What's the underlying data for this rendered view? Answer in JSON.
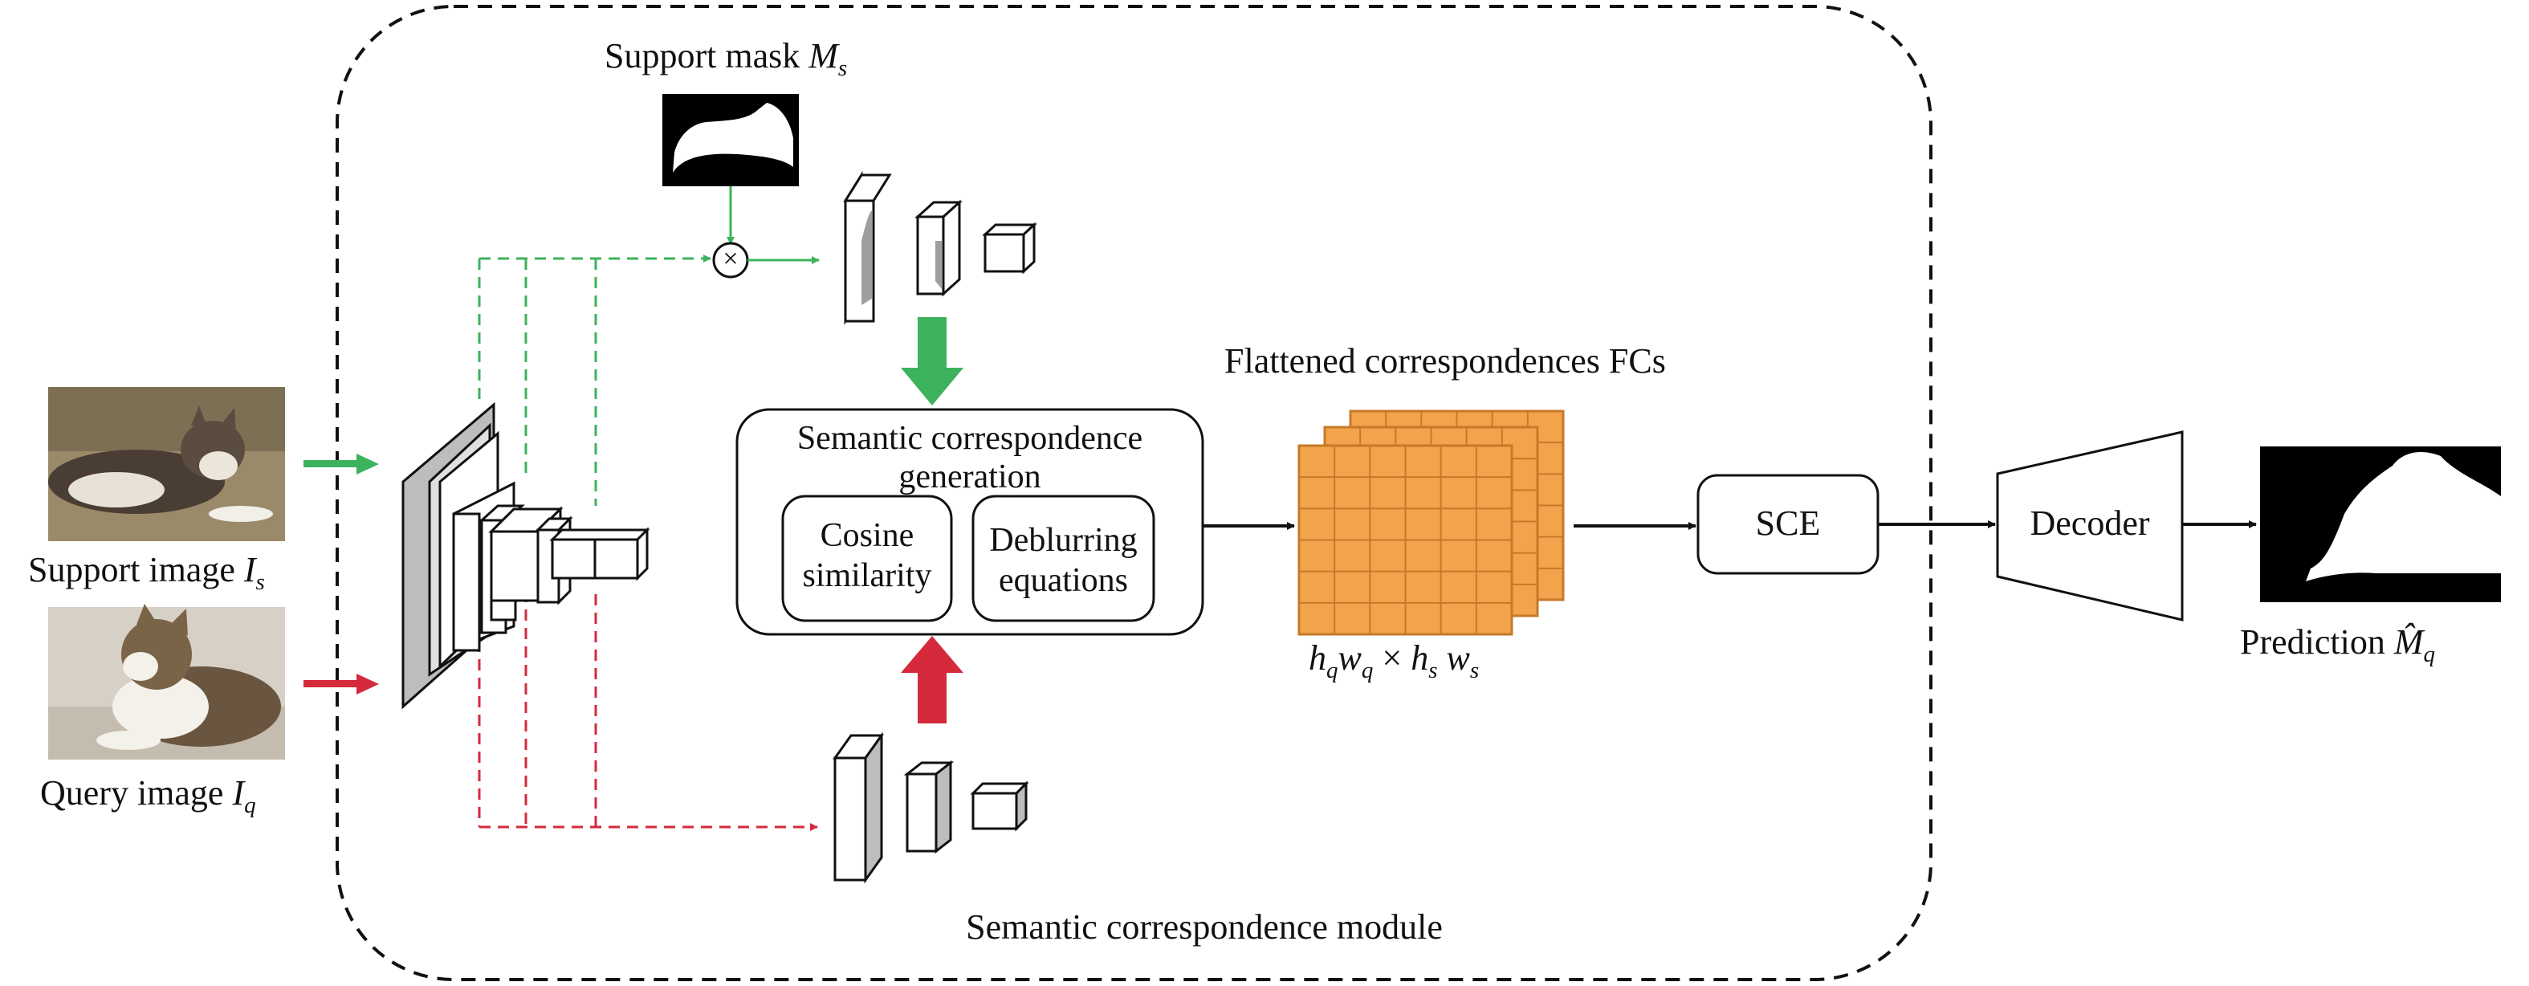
{
  "diagram": {
    "support_mask_label": "Support mask",
    "support_mask_symbol": "M",
    "support_mask_sub": "s",
    "support_image_label": "Support image",
    "support_image_symbol": "I",
    "support_image_sub": "s",
    "query_image_label": "Query image",
    "query_image_symbol": "I",
    "query_image_sub": "q",
    "generation_title_line1": "Semantic correspondence",
    "generation_title_line2": "generation",
    "cosine_line1": "Cosine",
    "cosine_line2": "similarity",
    "deblurring_line1": "Deblurring",
    "deblurring_line2": "equations",
    "flattened_label": "Flattened correspondences FCs",
    "dimension_h": "h",
    "dimension_hq_sub": "q",
    "dimension_w": "w",
    "dimension_wq_sub": "q",
    "dimension_times": "×",
    "dimension_hs_sub": "s",
    "dimension_ws_sub": "s",
    "sce_label": "SCE",
    "decoder_label": "Decoder",
    "prediction_label": "Prediction",
    "prediction_symbol": "M̂",
    "prediction_sub": "q",
    "module_label": "Semantic correspondence module",
    "multiply_symbol": "×"
  },
  "colors": {
    "support_path": "#3cb25c",
    "query_path": "#d42a3c",
    "correspondence_fill": "#f2a34b",
    "correspondence_grid": "#c67a28",
    "feature_gray": "#bdbdbd",
    "outline": "#111111"
  }
}
